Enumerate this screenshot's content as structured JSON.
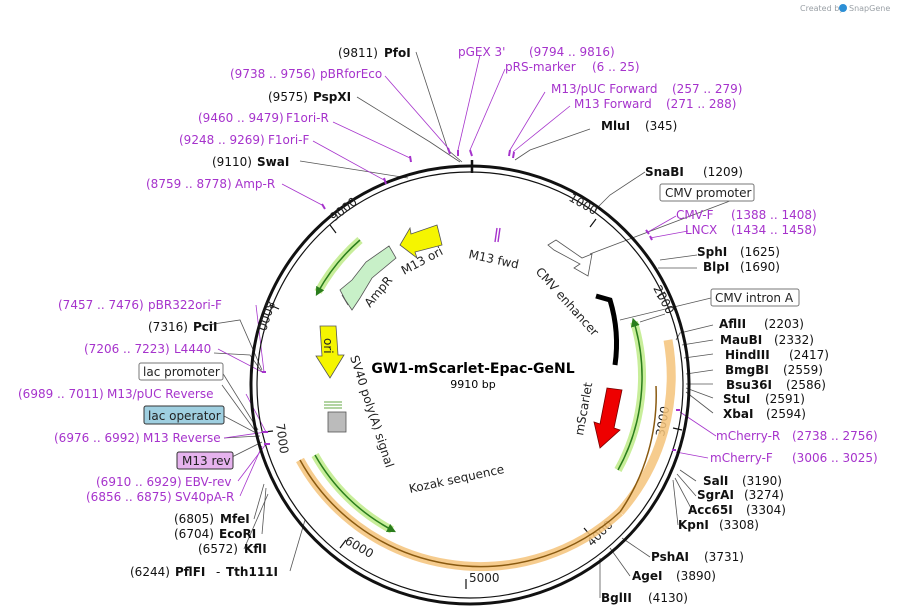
{
  "app": {
    "credit": "Created by",
    "brand": "SnapGene"
  },
  "plasmid": {
    "name": "GW1-mScarlet-Epac-GeNL",
    "size_label": "9910 bp",
    "total_bp": 9910
  },
  "ticks": [
    "1000",
    "2000",
    "3000",
    "4000",
    "5000",
    "6000",
    "7000",
    "8000",
    "9000"
  ],
  "enzymes": {
    "pfoi": {
      "name": "PfoI",
      "pos": "(9811)"
    },
    "pspxi": {
      "name": "PspXI",
      "pos": "(9575)"
    },
    "swai": {
      "name": "SwaI",
      "pos": "(9110)"
    },
    "mlui": {
      "name": "MluI",
      "pos": "(345)"
    },
    "snabi": {
      "name": "SnaBI",
      "pos": "(1209)"
    },
    "sphi": {
      "name": "SphI",
      "pos": "(1625)"
    },
    "blpi": {
      "name": "BlpI",
      "pos": "(1690)"
    },
    "aflii": {
      "name": "AflII",
      "pos": "(2203)"
    },
    "maubi": {
      "name": "MauBI",
      "pos": "(2332)"
    },
    "hindiii": {
      "name": "HindIII",
      "pos": "(2417)"
    },
    "bmgbi": {
      "name": "BmgBI",
      "pos": "(2559)"
    },
    "bsu36i": {
      "name": "Bsu36I",
      "pos": "(2586)"
    },
    "stui": {
      "name": "StuI",
      "pos": "(2591)"
    },
    "xbai": {
      "name": "XbaI",
      "pos": "(2594)"
    },
    "sali": {
      "name": "SalI",
      "pos": "(3190)"
    },
    "sgrai": {
      "name": "SgrAI",
      "pos": "(3274)"
    },
    "acc65i": {
      "name": "Acc65I",
      "pos": "(3304)"
    },
    "kpni": {
      "name": "KpnI",
      "pos": "(3308)"
    },
    "pshai": {
      "name": "PshAI",
      "pos": "(3731)"
    },
    "agei": {
      "name": "AgeI",
      "pos": "(3890)"
    },
    "bglii": {
      "name": "BglII",
      "pos": "(4130)"
    },
    "pfl": {
      "name": "PflFI",
      "sep": "-",
      "name2": "Tth111I",
      "pos": "(6244)"
    },
    "kfli": {
      "name": "KflI",
      "pos": "(6572)"
    },
    "ecori": {
      "name": "EcoRI",
      "pos": "(6704)"
    },
    "mfei": {
      "name": "MfeI",
      "pos": "(6805)"
    },
    "pcii": {
      "name": "PciI",
      "pos": "(7316)"
    }
  },
  "primers": {
    "pgex3": {
      "name": "pGEX 3'",
      "pos": "(9794 .. 9816)"
    },
    "pbrforeco": {
      "name": "pBRforEco",
      "pos": "(9738 .. 9756)"
    },
    "prsmarker": {
      "name": "pRS-marker",
      "pos": "(6 .. 25)"
    },
    "m13puc": {
      "name": "M13/pUC Forward",
      "pos": "(257 .. 279)"
    },
    "m13fwd": {
      "name": "M13 Forward",
      "pos": "(271 .. 288)"
    },
    "f1orir": {
      "name": "F1ori-R",
      "pos": "(9460 .. 9479)"
    },
    "f1orif": {
      "name": "F1ori-F",
      "pos": "(9248 .. 9269)"
    },
    "ampr": {
      "name": "Amp-R",
      "pos": "(8759 .. 8778)"
    },
    "cmvf": {
      "name": "CMV-F",
      "pos": "(1388 .. 1408)"
    },
    "lncx": {
      "name": "LNCX",
      "pos": "(1434 .. 1458)"
    },
    "pbr322": {
      "name": "pBR322ori-F",
      "pos": "(7457 .. 7476)"
    },
    "l4440": {
      "name": "L4440",
      "pos": "(7206 .. 7223)"
    },
    "m13pucrev": {
      "name": "M13/pUC Reverse",
      "pos": "(6989 .. 7011)"
    },
    "m13rev": {
      "name": "M13 Reverse",
      "pos": "(6976 .. 6992)"
    },
    "ebvrev": {
      "name": "EBV-rev",
      "pos": "(6910 .. 6929)"
    },
    "sv40par": {
      "name": "SV40pA-R",
      "pos": "(6856 .. 6875)"
    },
    "mcherryr": {
      "name": "mCherry-R",
      "pos": "(2738 .. 2756)"
    },
    "mcherryf": {
      "name": "mCherry-F",
      "pos": "(3006 .. 3025)"
    }
  },
  "boxed_features": {
    "cmv_promoter": "CMV promoter",
    "cmv_intron": "CMV intron A",
    "lac_promoter": "lac promoter",
    "lac_operator": "lac operator",
    "m13_rev": "M13 rev"
  },
  "inner_features": {
    "m13_fwd": "M13 fwd",
    "cmv_enhancer": "CMV enhancer",
    "mscarlet": "mScarlet",
    "m13_ori": "M13 ori",
    "ampr": "AmpR",
    "ori": "ori",
    "sv40": "SV40 poly(A) signal",
    "kozak": "Kozak sequence"
  },
  "colors": {
    "primer": "#a633cc",
    "backbone": "#111111",
    "m13ori": "#f5f500",
    "ampr": "#c8f0c8",
    "ori": "#f5f500",
    "mscarlet": "#ee0000",
    "lac_operator": "#9fcfe0",
    "m13_rev": "#e6b3ee",
    "orf_orange": "#f0b060",
    "orf_green": "#88d040"
  }
}
